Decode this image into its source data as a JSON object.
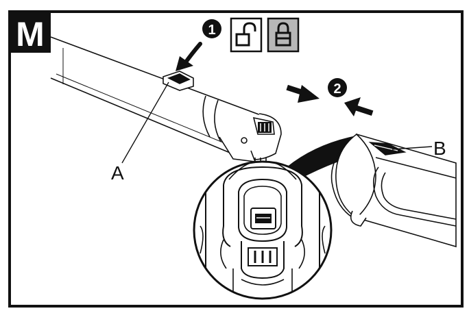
{
  "figure": {
    "panel_letter": "M",
    "step_one": "1",
    "step_two": "2",
    "label_a": "A",
    "label_b": "B"
  },
  "icons": {
    "unlocked": "unlocked-padlock-icon",
    "locked": "locked-padlock-icon"
  },
  "colors": {
    "ink": "#111111",
    "lock_box_fill": "#b7b7b7",
    "background": "#ffffff"
  }
}
